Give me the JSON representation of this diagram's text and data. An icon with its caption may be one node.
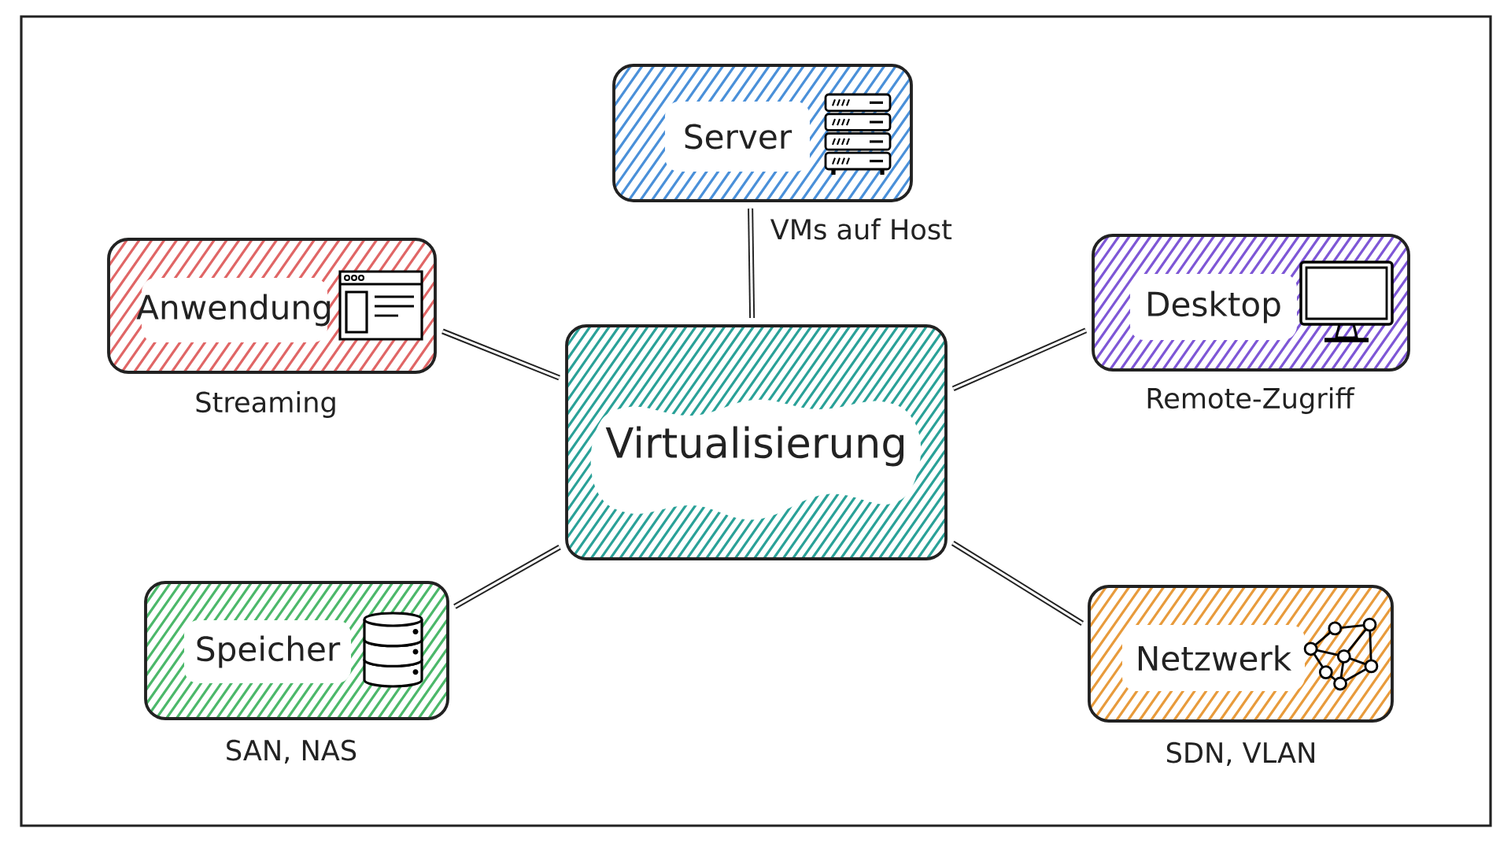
{
  "diagram": {
    "nodes": [
      {
        "text": [
          "Server"
        ],
        "beside": [
          "VMs auf Host"
        ]
      },
      {
        "text": [
          "Anwendung"
        ],
        "beside": [
          "Streaming"
        ]
      },
      {
        "text": [
          "Desktop"
        ],
        "beside": [
          "Remote-Zugriff"
        ]
      },
      {
        "text": [
          "Virtualisierung"
        ]
      },
      {
        "text": [
          "Speicher"
        ],
        "beside": [
          "SAN, NAS"
        ]
      },
      {
        "text": [
          "Netzwerk"
        ],
        "beside": [
          "SDN, VLAN"
        ]
      }
    ],
    "edges": [
      {
        "from": 3,
        "to": 0,
        "arrow": "none"
      },
      {
        "from": 3,
        "to": 1,
        "arrow": "none"
      },
      {
        "from": 3,
        "to": 2,
        "arrow": "none"
      },
      {
        "from": 3,
        "to": 4,
        "arrow": "none"
      },
      {
        "from": 3,
        "to": 5,
        "arrow": "none"
      }
    ]
  }
}
